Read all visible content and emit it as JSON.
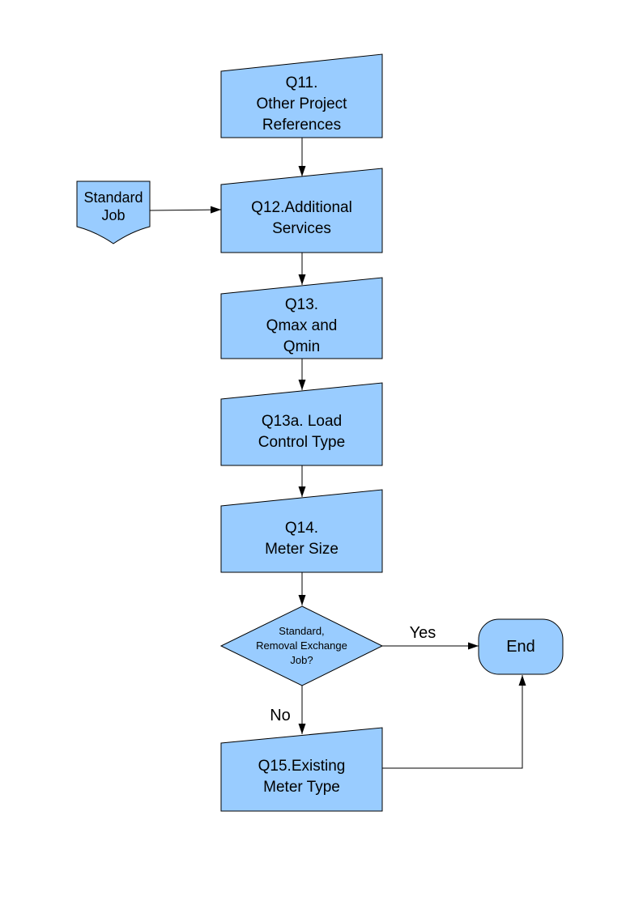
{
  "page": {
    "background": "#ffffff"
  },
  "diagram": {
    "shape_fill": "#99ccff",
    "shape_stroke": "#000000",
    "connector_color": "#000000",
    "nodes": {
      "q11": {
        "label": "Q11.\nOther Project\nReferences"
      },
      "standard_job": {
        "label": "Standard\nJob"
      },
      "q12": {
        "label": "Q12.Additional\nServices"
      },
      "q13": {
        "label": "Q13.\nQmax and\nQmin"
      },
      "q13a": {
        "label": "Q13a. Load\nControl Type"
      },
      "q14": {
        "label": "Q14.\nMeter Size"
      },
      "decision": {
        "label": "Standard,\nRemoval Exchange\nJob?"
      },
      "end": {
        "label": "End"
      },
      "q15": {
        "label": "Q15.Existing\nMeter Type"
      }
    },
    "edges": {
      "yes_label": "Yes",
      "no_label": "No"
    }
  }
}
